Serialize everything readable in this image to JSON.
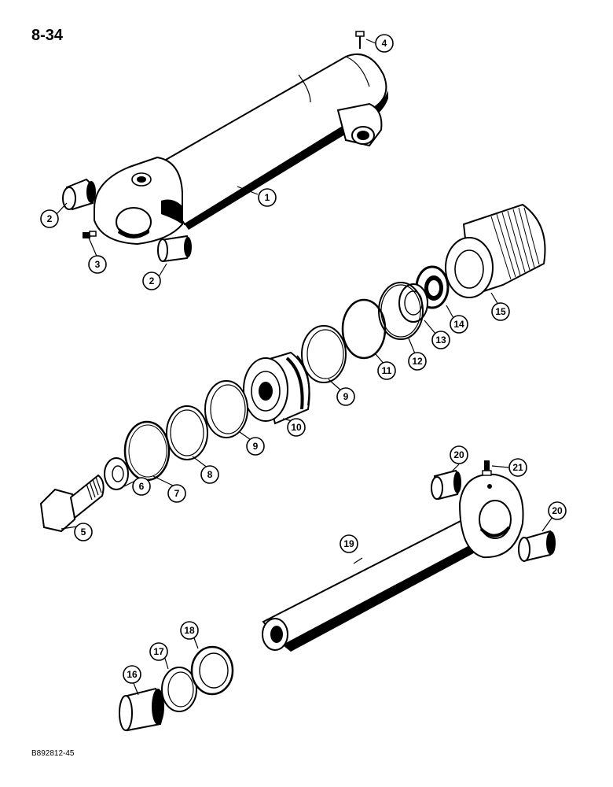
{
  "page_number": "8-34",
  "document_code": "B892812-45",
  "callouts": [
    {
      "id": "c1",
      "label": "1"
    },
    {
      "id": "c2a",
      "label": "2"
    },
    {
      "id": "c2b",
      "label": "2"
    },
    {
      "id": "c3",
      "label": "3"
    },
    {
      "id": "c4",
      "label": "4"
    },
    {
      "id": "c5",
      "label": "5"
    },
    {
      "id": "c6",
      "label": "6"
    },
    {
      "id": "c7",
      "label": "7"
    },
    {
      "id": "c8",
      "label": "8"
    },
    {
      "id": "c9a",
      "label": "9"
    },
    {
      "id": "c9b",
      "label": "9"
    },
    {
      "id": "c10",
      "label": "10"
    },
    {
      "id": "c11",
      "label": "11"
    },
    {
      "id": "c12",
      "label": "12"
    },
    {
      "id": "c13",
      "label": "13"
    },
    {
      "id": "c14",
      "label": "14"
    },
    {
      "id": "c15",
      "label": "15"
    },
    {
      "id": "c16",
      "label": "16"
    },
    {
      "id": "c17",
      "label": "17"
    },
    {
      "id": "c18",
      "label": "18"
    },
    {
      "id": "c19",
      "label": "19"
    },
    {
      "id": "c20a",
      "label": "20"
    },
    {
      "id": "c20b",
      "label": "20"
    },
    {
      "id": "c21",
      "label": "21"
    }
  ]
}
